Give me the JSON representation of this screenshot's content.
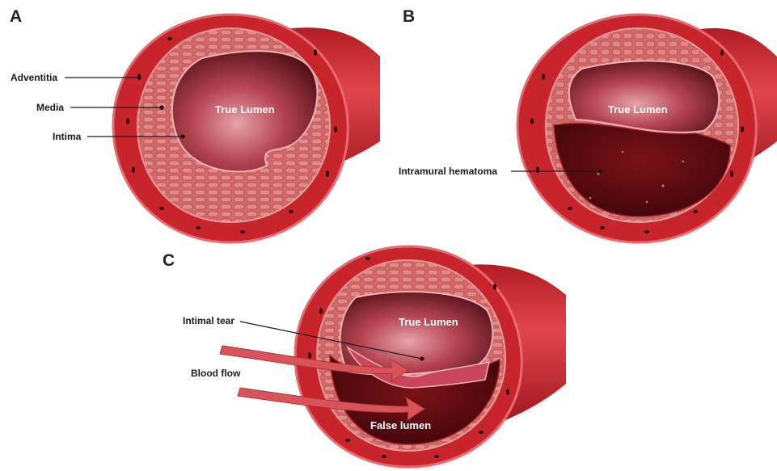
{
  "panels": [
    {
      "letter": "A",
      "labels": {
        "adventitia": "Adventitia",
        "media": "Media",
        "intima": "Intima",
        "true_lumen": "True Lumen"
      }
    },
    {
      "letter": "B",
      "labels": {
        "true_lumen": "True Lumen",
        "hematoma": "Intramural hematoma"
      }
    },
    {
      "letter": "C",
      "labels": {
        "intimal_tear": "Intimal tear",
        "blood_flow": "Blood flow",
        "true_lumen": "True Lumen",
        "false_lumen": "False lumen"
      }
    }
  ],
  "colors": {
    "adventitia": "#c8242b",
    "adventitia_light": "#e0454c",
    "media": "#d4696a",
    "media_stroke": "#b04a4c",
    "lumen_dark": "#4a0a12",
    "lumen_mid": "#8c1f2b",
    "lumen_light": "#d87c88",
    "hematoma": "#5a0b10",
    "flow_arrow": "#d9545a"
  }
}
